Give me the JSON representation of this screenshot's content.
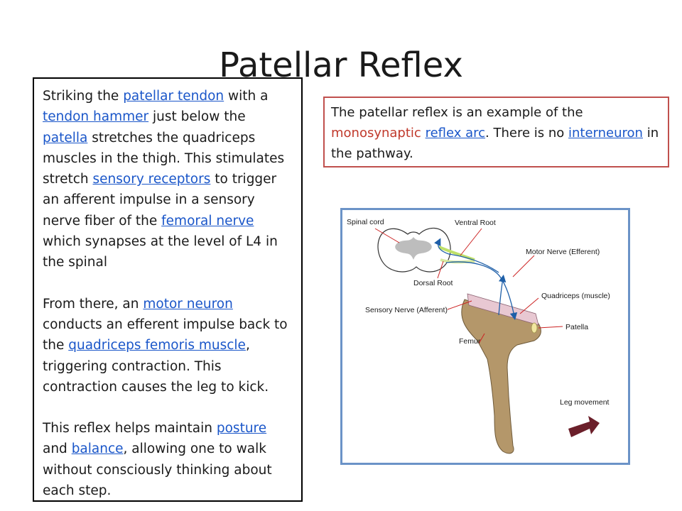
{
  "title": "Patellar Reflex",
  "left_panel": {
    "p1": [
      "Striking the ",
      {
        "link": "patellar tendon"
      },
      " with a ",
      {
        "link": "tendon hammer"
      },
      " just below the ",
      {
        "link": "patella"
      },
      " stretches the quadriceps muscles in the thigh. This stimulates stretch ",
      {
        "link": "sensory receptors"
      },
      " to trigger an afferent impulse in a sensory nerve fiber of the ",
      {
        "link": "femoral nerve"
      },
      " which synapses at the level of L4 in the spinal"
    ],
    "p2": [
      "From there, an ",
      {
        "link": "motor neuron"
      },
      " conducts an efferent impulse back to the ",
      {
        "link": "quadriceps femoris muscle"
      },
      ", triggering contraction. This contraction causes the leg to kick."
    ],
    "p3": [
      "This reflex helps maintain ",
      {
        "link": "posture"
      },
      " and ",
      {
        "link": "balance"
      },
      ", allowing one to walk without consciously thinking about each step."
    ]
  },
  "note_box": {
    "text": [
      "The patellar reflex is an example of the ",
      {
        "red": "monosynaptic"
      },
      " ",
      {
        "link": "reflex arc"
      },
      ". There is no ",
      {
        "link": "interneuron"
      },
      " in the pathway."
    ],
    "border_color": "#c0504d"
  },
  "diagram": {
    "labels": {
      "spinal_cord": "Spinal cord",
      "ventral_root": "Ventral Root",
      "motor_nerve": "Motor Nerve (Efferent)",
      "dorsal_root": "Dorsal Root",
      "quadriceps": "Quadriceps (muscle)",
      "sensory_nerve": "Sensory Nerve (Afferent)",
      "patella": "Patella",
      "femur": "Femur",
      "leg_movement": "Leg movement"
    },
    "colors": {
      "leg": "#b4976a",
      "muscle": "#e8c8d2",
      "arrow": "#6b1f2a",
      "nerve": "#1e5fa8",
      "pointer": "#cc2222",
      "frame": "#6b93c7"
    }
  }
}
